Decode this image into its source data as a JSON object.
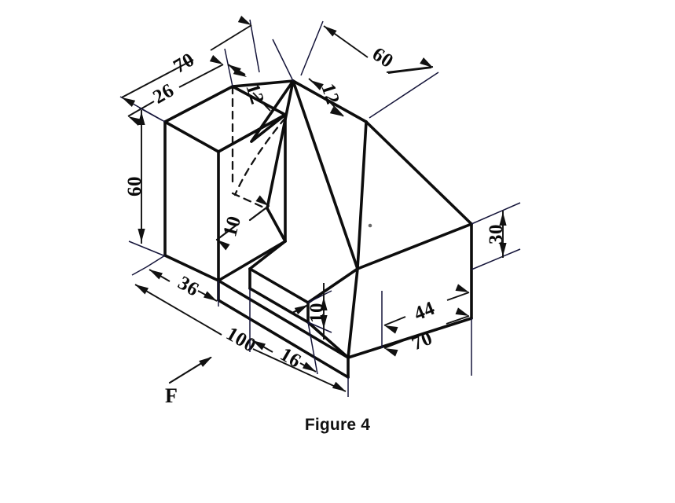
{
  "figure": {
    "caption": "Figure 4",
    "view_label": "F",
    "background_color": "#ffffff",
    "line_color": "#0d0d0d",
    "drawing_type": "isometric-technical-drawing",
    "units_note": ""
  },
  "dimensions": {
    "top_left_overall": "70",
    "top_left_block_depth": "26",
    "top_ridge_left": "12",
    "top_ridge_right": "12",
    "top_right_overall": "60",
    "left_height": "60",
    "left_block_thickness": "10",
    "front_block_width": "36",
    "front_overall_length": "100",
    "notch_width": "16",
    "notch_height": "10",
    "right_base_upper": "44",
    "right_base_lower": "70",
    "right_height": "30"
  },
  "dimension_list": [
    {
      "id": "dim-70-top-left",
      "value": "70",
      "orientation": "iso-left",
      "location": "top-left"
    },
    {
      "id": "dim-26",
      "value": "26",
      "orientation": "iso-left",
      "location": "top-left-inner"
    },
    {
      "id": "dim-12-left",
      "value": "12",
      "orientation": "iso-right",
      "location": "top-center-left"
    },
    {
      "id": "dim-12-right",
      "value": "12",
      "orientation": "iso-right",
      "location": "top-center-right"
    },
    {
      "id": "dim-60-top-right",
      "value": "60",
      "orientation": "iso-right",
      "location": "top-right"
    },
    {
      "id": "dim-60-height",
      "value": "60",
      "orientation": "vertical",
      "location": "left-side"
    },
    {
      "id": "dim-10-thickness",
      "value": "10",
      "orientation": "vertical",
      "location": "center-left"
    },
    {
      "id": "dim-36",
      "value": "36",
      "orientation": "iso-left",
      "location": "bottom-left-inner"
    },
    {
      "id": "dim-100",
      "value": "100",
      "orientation": "iso-left",
      "location": "bottom-left-outer"
    },
    {
      "id": "dim-16",
      "value": "16",
      "orientation": "iso-left",
      "location": "bottom-center"
    },
    {
      "id": "dim-10-notch",
      "value": "10",
      "orientation": "vertical",
      "location": "front-notch"
    },
    {
      "id": "dim-44",
      "value": "44",
      "orientation": "iso-right",
      "location": "bottom-right-inner"
    },
    {
      "id": "dim-70-bottom",
      "value": "70",
      "orientation": "iso-right",
      "location": "bottom-right-outer"
    },
    {
      "id": "dim-30-height",
      "value": "30",
      "orientation": "vertical",
      "location": "right-side"
    }
  ]
}
